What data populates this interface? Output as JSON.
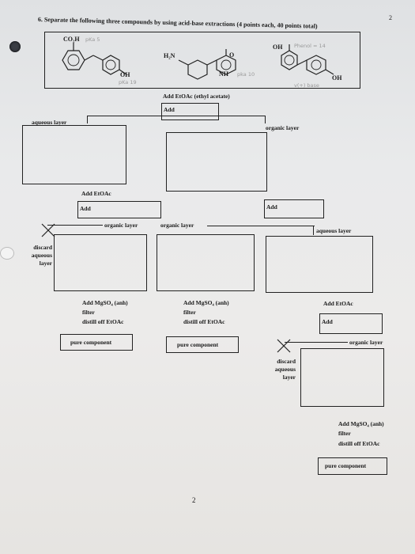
{
  "page": {
    "top_page_number": "2",
    "bottom_page_number": "2"
  },
  "question": {
    "title": "6. Separate the following three compounds by using acid-base extractions (4 points each, 40 points total)"
  },
  "structures": {
    "co2h": "CO₂H",
    "oh_left": "OH",
    "h2n": "H₂N",
    "o": "O",
    "nh": "NH",
    "oh_phenol": "OH",
    "oh_right": "OH"
  },
  "handwriting": {
    "note_1": "pKa 5",
    "note_2": "pKa 19",
    "note_3": "pka 10",
    "note_4": "Phenol = 14",
    "note_5": "v(+) base"
  },
  "flow": {
    "add_etoac_ethyl": "Add EtOAc (ethyl acetate)",
    "add_top": "Add",
    "aqueous_layer_top": "aqueous layer",
    "organic_layer_top": "organic layer",
    "add_etoac_left": "Add EtOAc",
    "add_left": "Add",
    "add_right": "Add",
    "organic_layer_left": "organic layer",
    "organic_layer_mid": "organic layer",
    "aqueous_layer_right": "aqueous layer",
    "discard_left": "discard aqueous layer",
    "col1_steps": [
      "Add MgSO₄ (anh)",
      "filter",
      "distill off EtOAc"
    ],
    "col2_steps": [
      "Add MgSO₄ (anh)",
      "filter",
      "distill off EtOAc"
    ],
    "col3_add_etoac": "Add EtOAc",
    "col3_add": "Add",
    "col3_organic_layer": "organic layer",
    "pure_component_1": "pure component",
    "pure_component_2": "pure component",
    "discard_right": "discard aqueous layer",
    "col4_steps": [
      "Add MgSO₄ (anh)",
      "filter",
      "distill off EtOAc"
    ],
    "pure_component_3": "pure component"
  }
}
